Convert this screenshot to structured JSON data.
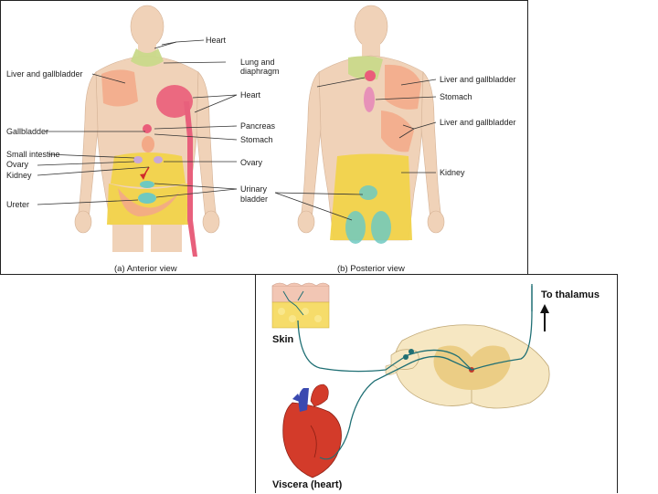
{
  "anterior": {
    "labels": {
      "heart_top": "Heart",
      "lung": "Lung and",
      "lung2": "diaphragm",
      "liver_gall": "Liver and gallbladder",
      "heart_mid": "Heart",
      "gallbladder": "Gallbladder",
      "pancreas": "Pancreas",
      "stomach": "Stomach",
      "small_intestine": "Small intestine",
      "ovary_left": "Ovary",
      "ovary_right": "Ovary",
      "kidney": "Kidney",
      "ureter": "Ureter",
      "urinary": "Urinary",
      "bladder": "bladder"
    },
    "caption": "(a) Anterior view"
  },
  "posterior": {
    "labels": {
      "liver_gall_1": "Liver and gallbladder",
      "stomach": "Stomach",
      "liver_gall_2": "Liver and gallbladder",
      "kidney": "Kidney"
    },
    "caption": "(b) Posterior view"
  },
  "pathway": {
    "thalamus": "To thalamus",
    "skin": "Skin",
    "viscera": "Viscera (heart)"
  },
  "colors": {
    "lung": "#c9d98a",
    "liver": "#f3a987",
    "heart": "#ea5d7a",
    "intestine": "#f1d34a",
    "kidney": "#6fc9c1",
    "ureter": "#e8607c",
    "skin_tone": "#f0d2b8",
    "spinal_cord": "#f6e7c2",
    "nerve": "#1f6f74"
  }
}
